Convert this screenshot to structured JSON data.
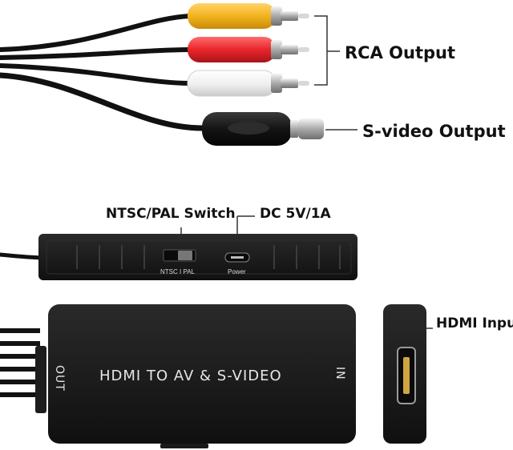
{
  "callouts": {
    "rca_output": "RCA Output",
    "svideo_output": "S-video Output",
    "ntsc_pal_switch": "NTSC/PAL Switch",
    "dc_power": "DC 5V/1A",
    "hdmi_input": "HDMI Input"
  },
  "device": {
    "switch_label": "NTSC I PAL",
    "power_label": "Power",
    "front_title": "HDMI TO AV & S-VIDEO",
    "out_label": "OUT",
    "in_label": "IN"
  },
  "colors": {
    "rca_yellow": "#f2b320",
    "rca_red": "#e8262b",
    "rca_white": "#f3f3f3",
    "device_body": "#1a1a1a"
  }
}
